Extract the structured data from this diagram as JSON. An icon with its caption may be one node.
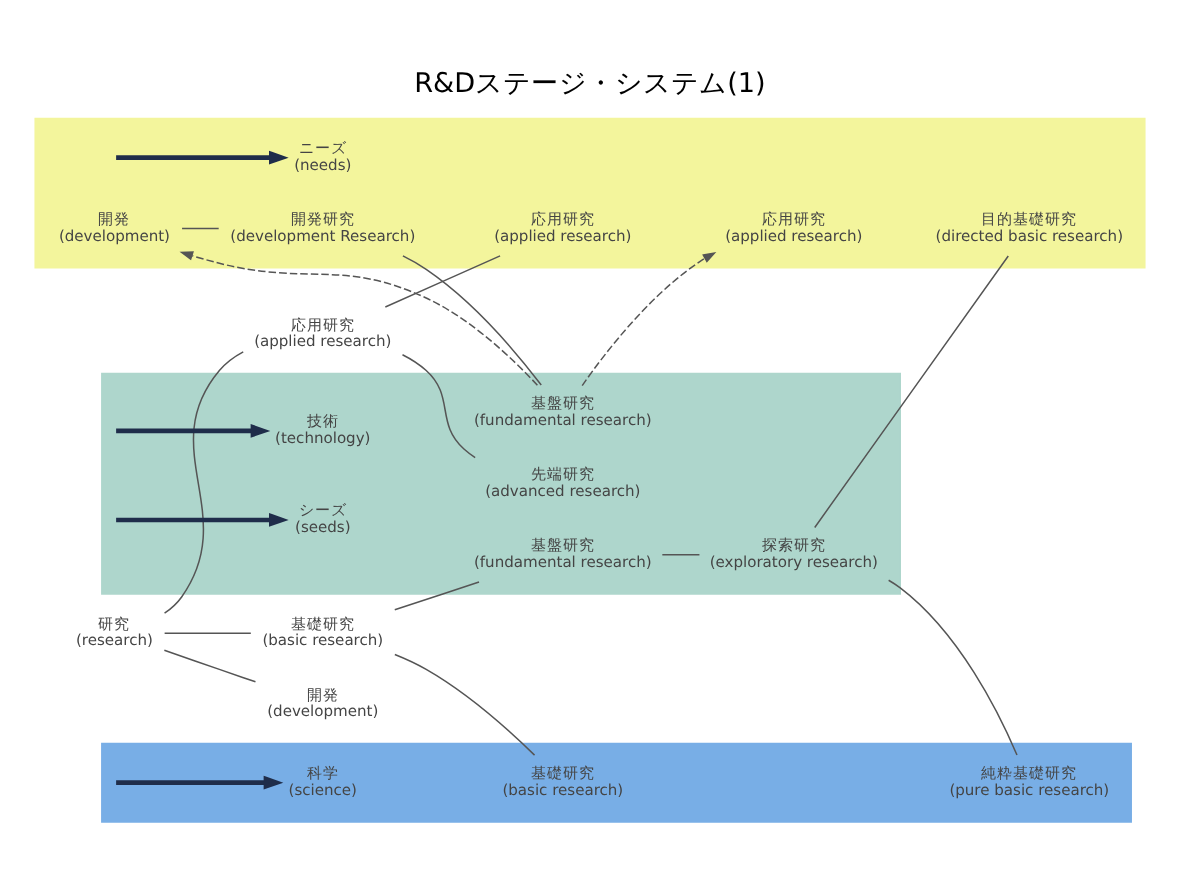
{
  "diagram": {
    "title": "R&Dステージ・システム(1)",
    "nodes": [
      {
        "text": [
          "開発",
          "(development)"
        ]
      },
      {
        "text": [
          "応用研究",
          "(applied research)"
        ]
      },
      {
        "text": [
          "研究",
          "(research)"
        ]
      },
      {
        "text": [
          "基礎研究",
          "(basic research)"
        ]
      },
      {
        "text": [],
        "shape": "band"
      },
      {
        "text": [
          "応用研究",
          "(applied research)"
        ],
        "in": 4
      },
      {
        "text": [
          "開発",
          "(development)"
        ],
        "in": 4
      },
      {
        "text": [
          "開発研究",
          "(development Research)"
        ],
        "in": 4
      },
      {
        "text": [
          "応用研究",
          "(applied research)"
        ],
        "in": 4
      },
      {
        "text": [
          "目的基礎研究",
          "(directed basic research)"
        ],
        "in": 4
      },
      {
        "text": [
          "ニーズ",
          "(needs)"
        ],
        "in": 4
      },
      {
        "text": [],
        "shape": "band"
      },
      {
        "text": [
          "先端研究",
          "(advanced research)"
        ],
        "in": 11
      },
      {
        "text": [
          "基盤研究",
          "(fundamental research)"
        ],
        "in": 11
      },
      {
        "text": [
          "基盤研究",
          "(fundamental research)"
        ],
        "in": 11
      },
      {
        "text": [
          "探索研究",
          "(exploratory research)"
        ],
        "in": 11
      },
      {
        "text": [
          "シーズ",
          "(seeds)"
        ],
        "in": 11
      },
      {
        "text": [
          "技術",
          "(technology)"
        ],
        "in": 11
      },
      {
        "text": [],
        "shape": "band"
      },
      {
        "text": [
          "基礎研究",
          "(basic research)"
        ],
        "in": 18
      },
      {
        "text": [
          "純粋基礎研究",
          "(pure basic research)"
        ],
        "in": 18
      },
      {
        "text": [
          "科学",
          "(science)"
        ],
        "in": 18
      }
    ],
    "edges": [
      {
        "from": 2,
        "to": 0,
        "arrow": "none"
      },
      {
        "from": 2,
        "to": 1,
        "arrow": "none"
      },
      {
        "from": 2,
        "to": 3,
        "arrow": "none"
      },
      {
        "from": 1,
        "to": 5,
        "arrow": "none"
      },
      {
        "from": 1,
        "to": 12,
        "arrow": "none"
      },
      {
        "from": 3,
        "to": 13,
        "arrow": "none"
      },
      {
        "from": 3,
        "to": 19,
        "arrow": "none"
      },
      {
        "from": 13,
        "to": 15,
        "arrow": "none"
      },
      {
        "from": 15,
        "to": 9,
        "arrow": "none"
      },
      {
        "from": 15,
        "to": 20,
        "arrow": "none"
      },
      {
        "from": 6,
        "to": 7,
        "arrow": "none"
      },
      {
        "from": 7,
        "to": 14,
        "arrow": "none"
      },
      {
        "from": 14,
        "to": 8,
        "arrow": "to",
        "style": "dashed"
      },
      {
        "from": 14,
        "to": 6,
        "arrow": "to",
        "style": "dashed"
      },
      {
        "from": null,
        "to": 10,
        "arrow": "to",
        "style": "thick",
        "color": "#1f2d4a"
      },
      {
        "from": null,
        "to": 17,
        "arrow": "to",
        "style": "thick",
        "color": "#1f2d4a"
      },
      {
        "from": null,
        "to": 21,
        "arrow": "to",
        "style": "thick",
        "color": "#1f2d4a"
      },
      {
        "from": null,
        "to": 16,
        "arrow": "to",
        "style": "thick",
        "color": "#1f2d4a"
      }
    ]
  }
}
